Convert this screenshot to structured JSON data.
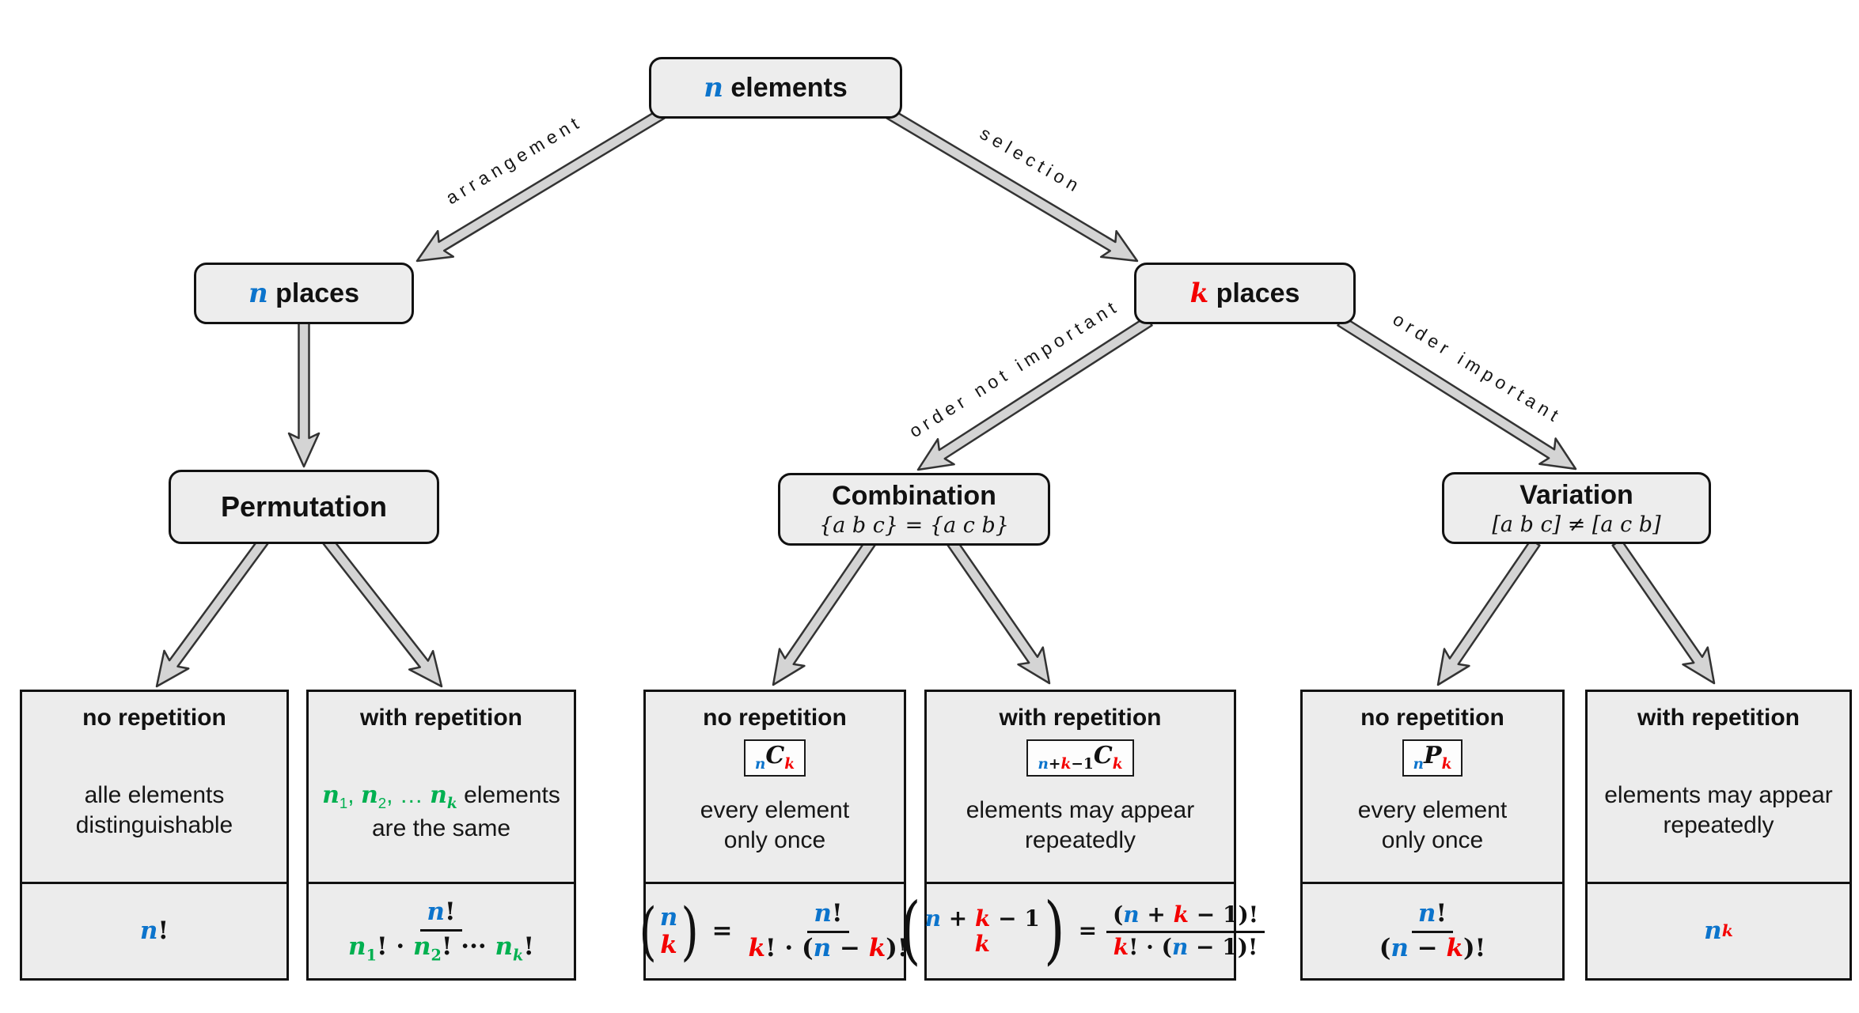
{
  "colors": {
    "blue": "#0c74cc",
    "red": "#f40000",
    "green": "#00b050",
    "box_fill": "#ededed",
    "box_border": "#111111",
    "arrow_fill": "#d4d4d4",
    "arrow_outline": "#333333"
  },
  "root": {
    "parts": [
      {
        "t": "n",
        "c": "blue",
        "v": true
      },
      {
        "t": " elements"
      }
    ]
  },
  "edges": {
    "arrangement": "arrangement",
    "selection": "selection",
    "order_not_important": "order not important",
    "order_important": "order important"
  },
  "places_n": {
    "parts": [
      {
        "t": "n",
        "c": "blue",
        "v": true
      },
      {
        "t": " places"
      }
    ]
  },
  "places_k": {
    "parts": [
      {
        "t": "k",
        "c": "red",
        "v": true
      },
      {
        "t": " places"
      }
    ]
  },
  "permutation": {
    "title": "Permutation"
  },
  "combination": {
    "title": "Combination",
    "note": [
      {
        "t": "{a b c} = {a c b}",
        "v": true
      }
    ]
  },
  "variation": {
    "title": "Variation",
    "note": [
      {
        "t": "[a b c] ≠ [a c b]",
        "v": true
      }
    ]
  },
  "leaves": {
    "perm_no": {
      "header": "no repetition",
      "body": [
        "alle elements",
        "distinguishable"
      ],
      "formula": [
        {
          "t": "n",
          "c": "blue",
          "v": true
        },
        {
          "t": "!"
        }
      ]
    },
    "perm_with": {
      "header": "with repetition",
      "body_math": [
        {
          "t": "n",
          "c": "green",
          "v": true
        },
        {
          "t": "1",
          "c": "green",
          "s": "sub"
        },
        {
          "t": ", ",
          "c": "green"
        },
        {
          "t": "n",
          "c": "green",
          "v": true
        },
        {
          "t": "2",
          "c": "green",
          "s": "sub"
        },
        {
          "t": ", … ",
          "c": "green"
        },
        {
          "t": "n",
          "c": "green",
          "v": true
        },
        {
          "t": "k",
          "c": "green",
          "v": true,
          "s": "sub"
        },
        {
          "t": " elements"
        }
      ],
      "body2": "are the same",
      "frac": {
        "num": [
          {
            "t": "n",
            "c": "blue",
            "v": true
          },
          {
            "t": "!"
          }
        ],
        "den": [
          {
            "t": "n",
            "c": "green",
            "v": true
          },
          {
            "t": "1",
            "c": "green",
            "s": "sub"
          },
          {
            "t": "! · "
          },
          {
            "t": "n",
            "c": "green",
            "v": true
          },
          {
            "t": "2",
            "c": "green",
            "s": "sub"
          },
          {
            "t": "! ··· "
          },
          {
            "t": "n",
            "c": "green",
            "v": true
          },
          {
            "t": "k",
            "c": "green",
            "v": true,
            "s": "sub"
          },
          {
            "t": "!"
          }
        ]
      }
    },
    "comb_no": {
      "header": "no repetition",
      "badge": [
        {
          "t": "n",
          "c": "blue",
          "v": true,
          "s": "sub"
        },
        {
          "t": "C",
          "v": true
        },
        {
          "t": "k",
          "c": "red",
          "v": true,
          "s": "sub"
        }
      ],
      "body": [
        "every element",
        "only once"
      ],
      "lparen": "(",
      "rparen": ")",
      "eq": "=",
      "binom": {
        "top": [
          {
            "t": "n",
            "c": "blue",
            "v": true
          }
        ],
        "bot": [
          {
            "t": "k",
            "c": "red",
            "v": true
          }
        ]
      },
      "frac": {
        "num": [
          {
            "t": "n",
            "c": "blue",
            "v": true
          },
          {
            "t": "!"
          }
        ],
        "den": [
          {
            "t": "k",
            "c": "red",
            "v": true
          },
          {
            "t": "! · ("
          },
          {
            "t": "n",
            "c": "blue",
            "v": true
          },
          {
            "t": " − "
          },
          {
            "t": "k",
            "c": "red",
            "v": true
          },
          {
            "t": ")!"
          }
        ]
      }
    },
    "comb_with": {
      "header": "with repetition",
      "badge": [
        {
          "t": "n",
          "c": "blue",
          "v": true,
          "s": "sub"
        },
        {
          "t": "+",
          "s": "sub"
        },
        {
          "t": "k",
          "c": "red",
          "v": true,
          "s": "sub"
        },
        {
          "t": "−1",
          "s": "sub"
        },
        {
          "t": "C",
          "v": true
        },
        {
          "t": "k",
          "c": "red",
          "v": true,
          "s": "sub"
        }
      ],
      "body": [
        "elements may appear",
        "repeatedly"
      ],
      "lparen": "(",
      "rparen": ")",
      "eq": "=",
      "binom": {
        "top": [
          {
            "t": "n",
            "c": "blue",
            "v": true
          },
          {
            "t": " + "
          },
          {
            "t": "k",
            "c": "red",
            "v": true
          },
          {
            "t": " − 1"
          }
        ],
        "bot": [
          {
            "t": "k",
            "c": "red",
            "v": true
          }
        ]
      },
      "frac": {
        "num": [
          {
            "t": "("
          },
          {
            "t": "n",
            "c": "blue",
            "v": true
          },
          {
            "t": " + "
          },
          {
            "t": "k",
            "c": "red",
            "v": true
          },
          {
            "t": " − 1"
          },
          {
            "t": ")!"
          }
        ],
        "den": [
          {
            "t": "k",
            "c": "red",
            "v": true
          },
          {
            "t": "! · ("
          },
          {
            "t": "n",
            "c": "blue",
            "v": true
          },
          {
            "t": " − 1"
          },
          {
            "t": ")!"
          }
        ]
      }
    },
    "var_no": {
      "header": "no repetition",
      "badge": [
        {
          "t": "n",
          "c": "blue",
          "v": true,
          "s": "sub"
        },
        {
          "t": "P",
          "v": true
        },
        {
          "t": "k",
          "c": "red",
          "v": true,
          "s": "sub"
        }
      ],
      "body": [
        "every element",
        "only once"
      ],
      "frac": {
        "num": [
          {
            "t": "n",
            "c": "blue",
            "v": true
          },
          {
            "t": "!"
          }
        ],
        "den": [
          {
            "t": "("
          },
          {
            "t": "n",
            "c": "blue",
            "v": true
          },
          {
            "t": " − "
          },
          {
            "t": "k",
            "c": "red",
            "v": true
          },
          {
            "t": ")!"
          }
        ]
      }
    },
    "var_with": {
      "header": "with repetition",
      "body": [
        "elements may appear",
        "repeatedly"
      ],
      "formula": [
        {
          "t": "n",
          "c": "blue",
          "v": true
        },
        {
          "t": "k",
          "c": "red",
          "v": true,
          "s": "sup"
        }
      ]
    }
  }
}
